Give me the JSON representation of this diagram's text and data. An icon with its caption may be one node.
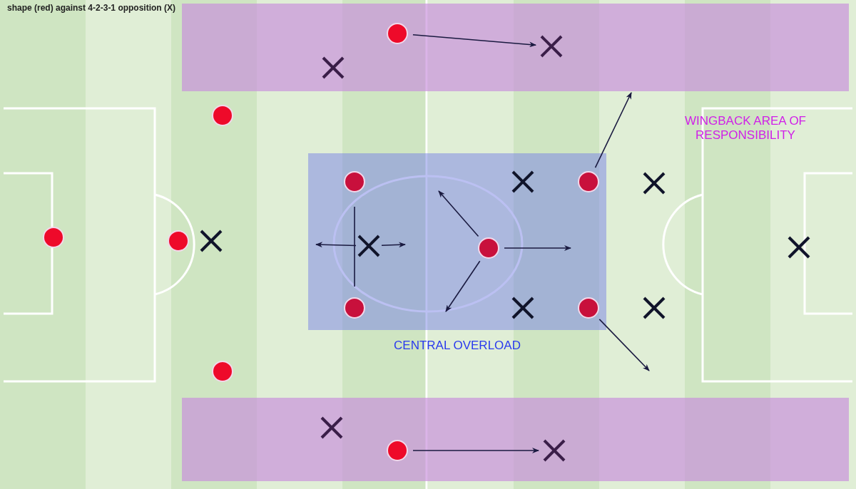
{
  "diagram": {
    "title": "shape (red) against 4-2-3-1 opposition (X)",
    "nodes": [
      {
        "text": [],
        "shape": "box"
      },
      {
        "text": [],
        "shape": "circle",
        "in": 0
      },
      {
        "text": [],
        "shape": "cross",
        "in": 0
      },
      {
        "text": [],
        "shape": "cross",
        "in": 0
      },
      {
        "text": [],
        "shape": "circle"
      },
      {
        "text": [
          "CENTRAL OVERLOAD"
        ]
      },
      {
        "text": [],
        "shape": "circle",
        "in": 5
      },
      {
        "text": [],
        "shape": "cross",
        "in": 5
      },
      {
        "text": [],
        "shape": "circle",
        "in": 5
      },
      {
        "text": [],
        "shape": "cross"
      },
      {
        "text": [],
        "shape": "circle"
      },
      {
        "text": [],
        "shape": "circle"
      },
      {
        "text": [],
        "shape": "cross"
      },
      {
        "text": [],
        "shape": "cross",
        "in": 5
      },
      {
        "text": [],
        "shape": "circle",
        "in": 5
      },
      {
        "text": [],
        "shape": "cross"
      },
      {
        "text": [],
        "shape": "circle",
        "in": 5
      },
      {
        "text": [],
        "shape": "cross",
        "in": 5
      },
      {
        "text": [],
        "shape": "circle",
        "in": 5
      },
      {
        "text": [],
        "shape": "cross"
      },
      {
        "text": [],
        "shape": "circle"
      },
      {
        "text": [],
        "shape": "box"
      },
      {
        "text": [],
        "shape": "cross",
        "in": 21
      },
      {
        "text": [],
        "shape": "circle",
        "in": 21
      },
      {
        "text": [],
        "shape": "cross",
        "in": 21
      }
    ],
    "edges": [
      {
        "from": 1,
        "to": 2,
        "arrow": "to"
      },
      {
        "from": 14,
        "to": null,
        "arrow": "to"
      },
      {
        "from": 14,
        "to": null,
        "arrow": "to"
      },
      {
        "from": 14,
        "to": null,
        "arrow": "to"
      },
      {
        "from": 8,
        "to": 0,
        "arrow": "to"
      },
      {
        "from": 18,
        "to": null,
        "arrow": "to"
      },
      {
        "from": 23,
        "to": 24,
        "arrow": "to"
      },
      {
        "from": 13,
        "to": null,
        "arrow": "to"
      },
      {
        "from": 13,
        "to": null,
        "arrow": "to"
      }
    ],
    "labels": [
      "WINGBACK AREA OF RESPONSIBILITY"
    ]
  }
}
